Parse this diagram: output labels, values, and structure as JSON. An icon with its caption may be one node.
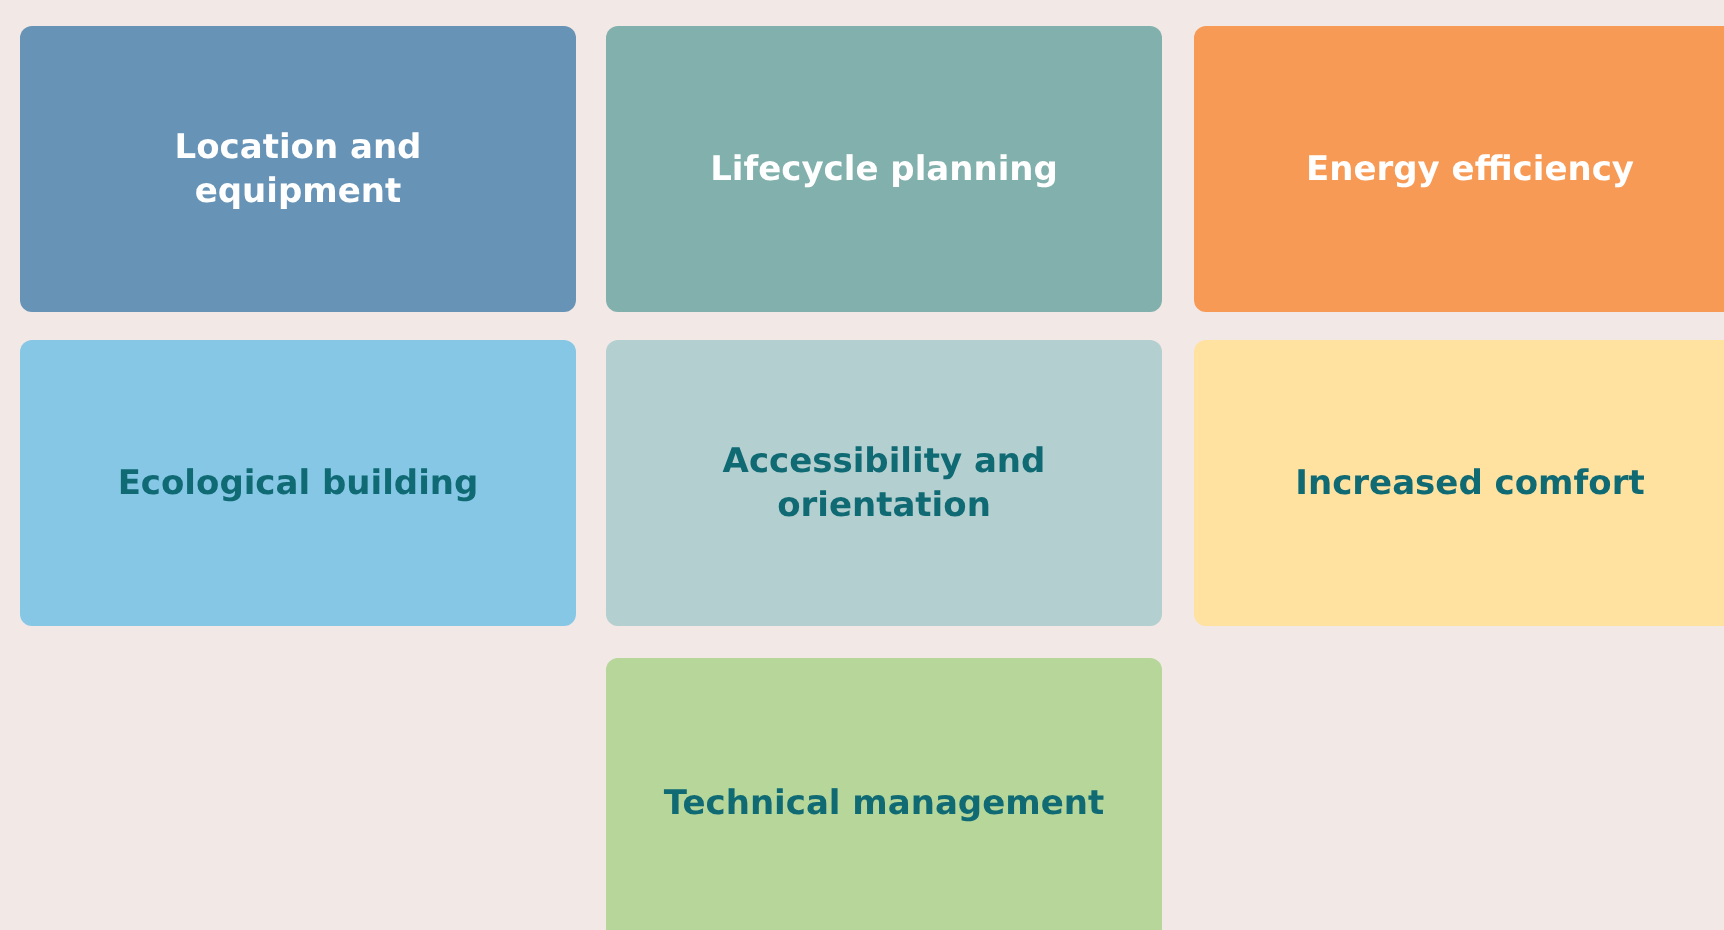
{
  "diagram": {
    "nodes": [
      {
        "text": [
          "Location and equipment"
        ]
      },
      {
        "text": [
          "Lifecycle planning"
        ]
      },
      {
        "text": [
          "Energy efficiency"
        ]
      },
      {
        "text": [
          "Ecological building"
        ]
      },
      {
        "text": [
          "Accessibility and orientation"
        ]
      },
      {
        "text": [
          "Increased comfort"
        ]
      },
      {
        "text": [
          "Technical management"
        ]
      }
    ]
  }
}
